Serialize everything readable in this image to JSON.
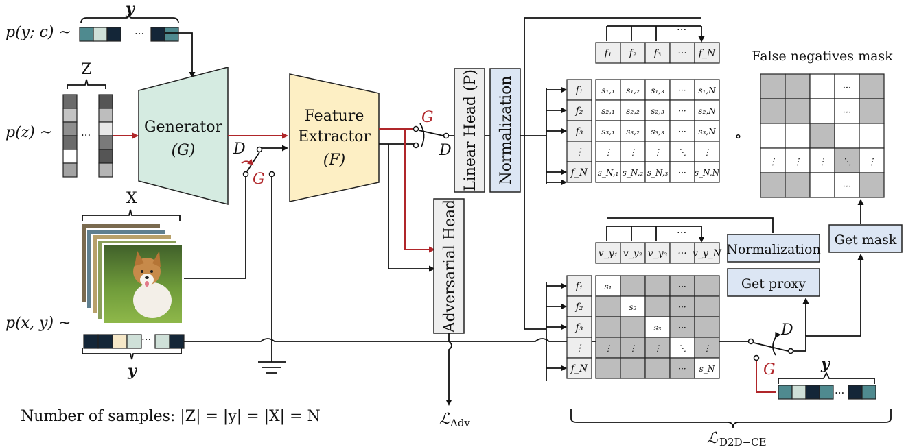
{
  "dist_yc": "p(y; c) ~",
  "dist_z": "p(z) ~",
  "dist_xy": "p(x, y) ~",
  "label_y_top": "y",
  "label_Z": "Z",
  "label_X": "X",
  "label_y_bottom": "y",
  "label_y_right": "y",
  "ellipsis": "···",
  "generator_line1": "Generator",
  "generator_line2": "(G)",
  "extractor_line1": "Feature",
  "extractor_line2": "Extractor",
  "extractor_line3": "(F)",
  "linear_head": "Linear Head (P)",
  "normalization_vertical": "Normalization",
  "adversarial_head": "Adversarial Head",
  "switch_D": "D",
  "switch_G": "G",
  "fn_mask_title": "False negatives mask",
  "get_mask": "Get mask",
  "normalization_box": "Normalization",
  "get_proxy": "Get proxy",
  "hadamard": "∘",
  "loss_adv": "ℒ",
  "loss_adv_sub": "Adv",
  "loss_d2d": "ℒ",
  "loss_d2d_sub": "D2D−CE",
  "samples_text": "Number of samples: |Z| = |y| = |X| = N",
  "feature_cols": [
    "f₁",
    "f₂",
    "f₃",
    "···",
    "f_N"
  ],
  "feature_rows": [
    "f₁",
    "f₂",
    "f₃",
    "⋮",
    "f_N"
  ],
  "proxy_cols": [
    "v_y₁",
    "v_y₂",
    "v_y₃",
    "···",
    "v_y_N"
  ],
  "sim_matrix": [
    [
      "s₁,₁",
      "s₁,₂",
      "s₁,₃",
      "···",
      "s₁,N"
    ],
    [
      "s₂,₁",
      "s₂,₂",
      "s₂,₃",
      "···",
      "s₂,N"
    ],
    [
      "s₃,₁",
      "s₃,₂",
      "s₃,₃",
      "···",
      "s₃,N"
    ],
    [
      "⋮",
      "⋮",
      "⋮",
      "⋱",
      "⋮"
    ],
    [
      "s_N,₁",
      "s_N,₂",
      "s_N,₃",
      "···",
      "s_N,N"
    ]
  ],
  "proxy_matrix": [
    [
      "s₁",
      "",
      "",
      "···",
      ""
    ],
    [
      "",
      "s₂",
      "",
      "···",
      ""
    ],
    [
      "",
      "",
      "s₃",
      "···",
      ""
    ],
    [
      "⋮",
      "⋮",
      "⋮",
      "⋱",
      "⋮"
    ],
    [
      "",
      "",
      "",
      "···",
      "s_N"
    ]
  ],
  "mask_matrix": [
    [
      "g",
      "g",
      "w",
      "w",
      "g"
    ],
    [
      "g",
      "g",
      "w",
      "w",
      "g"
    ],
    [
      "w",
      "w",
      "g",
      "w",
      "w"
    ],
    [
      "w",
      "w",
      "w",
      "g",
      "w"
    ],
    [
      "g",
      "g",
      "w",
      "w",
      "g"
    ]
  ],
  "mask_text": [
    [
      "",
      "",
      "",
      "···",
      ""
    ],
    [
      "",
      "",
      "",
      "···",
      ""
    ],
    [
      "",
      "",
      "",
      "",
      ""
    ],
    [
      "⋮",
      "⋮",
      "⋮",
      "⋱",
      "⋮"
    ],
    [
      "",
      "",
      "",
      "···",
      ""
    ]
  ],
  "label_vector_colors": [
    "#4f8a8f",
    "#cfe0d8",
    "#142638",
    "#4f8a8f"
  ],
  "label_vector_colors_b": [
    "#142638",
    "#142638",
    "#f6e8c8",
    "#cfe0d8",
    "#142638"
  ],
  "z_vector_colors": [
    "#6b6b6b",
    "#c4c4c4",
    "#8f8f8f",
    "#6b6b6b",
    "#ffffff",
    "#a3a3a3"
  ],
  "z_vector_colors_b": [
    "#555555",
    "#bdbdbd",
    "#e8e8e8",
    "#7a7a7a",
    "#555555",
    "#b5b5b5"
  ],
  "colors": {
    "generator": "#d5ebe1",
    "extractor": "#fdefc4",
    "head": "#eeeeee",
    "blue_box": "#dce6f4",
    "mask_gray": "#bdbdbd",
    "red": "#b0262a"
  }
}
